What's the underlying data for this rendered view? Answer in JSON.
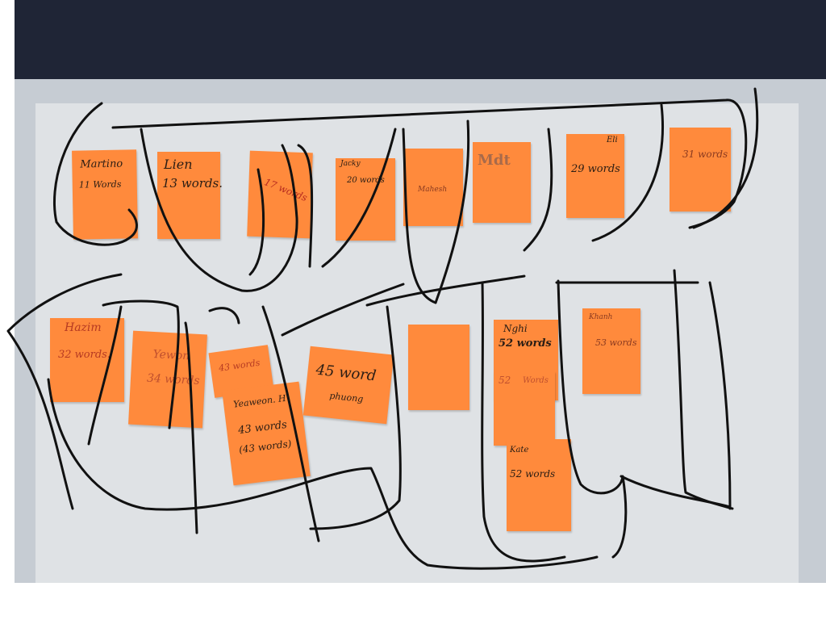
{
  "notes": [
    {
      "name": "Martino",
      "words": "11 Words"
    },
    {
      "name": "Lien",
      "words": "13 words."
    },
    {
      "name": "",
      "words": "17 words"
    },
    {
      "name": "Jacky",
      "words": "20 words"
    },
    {
      "name": "",
      "words": "Mahesh"
    },
    {
      "name": "",
      "words": "Mdt"
    },
    {
      "name": "Eli",
      "words": "29 words"
    },
    {
      "name": "",
      "words": "31 words"
    },
    {
      "name": "Hazim",
      "words": "32 words."
    },
    {
      "name": "Yewon",
      "words": "34 words"
    },
    {
      "name": "",
      "words": "43 words"
    },
    {
      "name": "Yeaweon. H",
      "words": "43 words",
      "extra": "(43 words)"
    },
    {
      "name": "45 word",
      "words": "phuong"
    },
    {
      "name": "Nghi",
      "words": "52 words"
    },
    {
      "name": "52",
      "words": "Words"
    },
    {
      "name": "Kate",
      "words": "52 words"
    },
    {
      "name": "Khanh",
      "words": "53 words"
    }
  ],
  "colors": {
    "note": "#ff8a3c",
    "board": "#dfe2e5",
    "frame": "#c6ccd3",
    "carpet": "#1f2536",
    "ink": "#111111"
  }
}
